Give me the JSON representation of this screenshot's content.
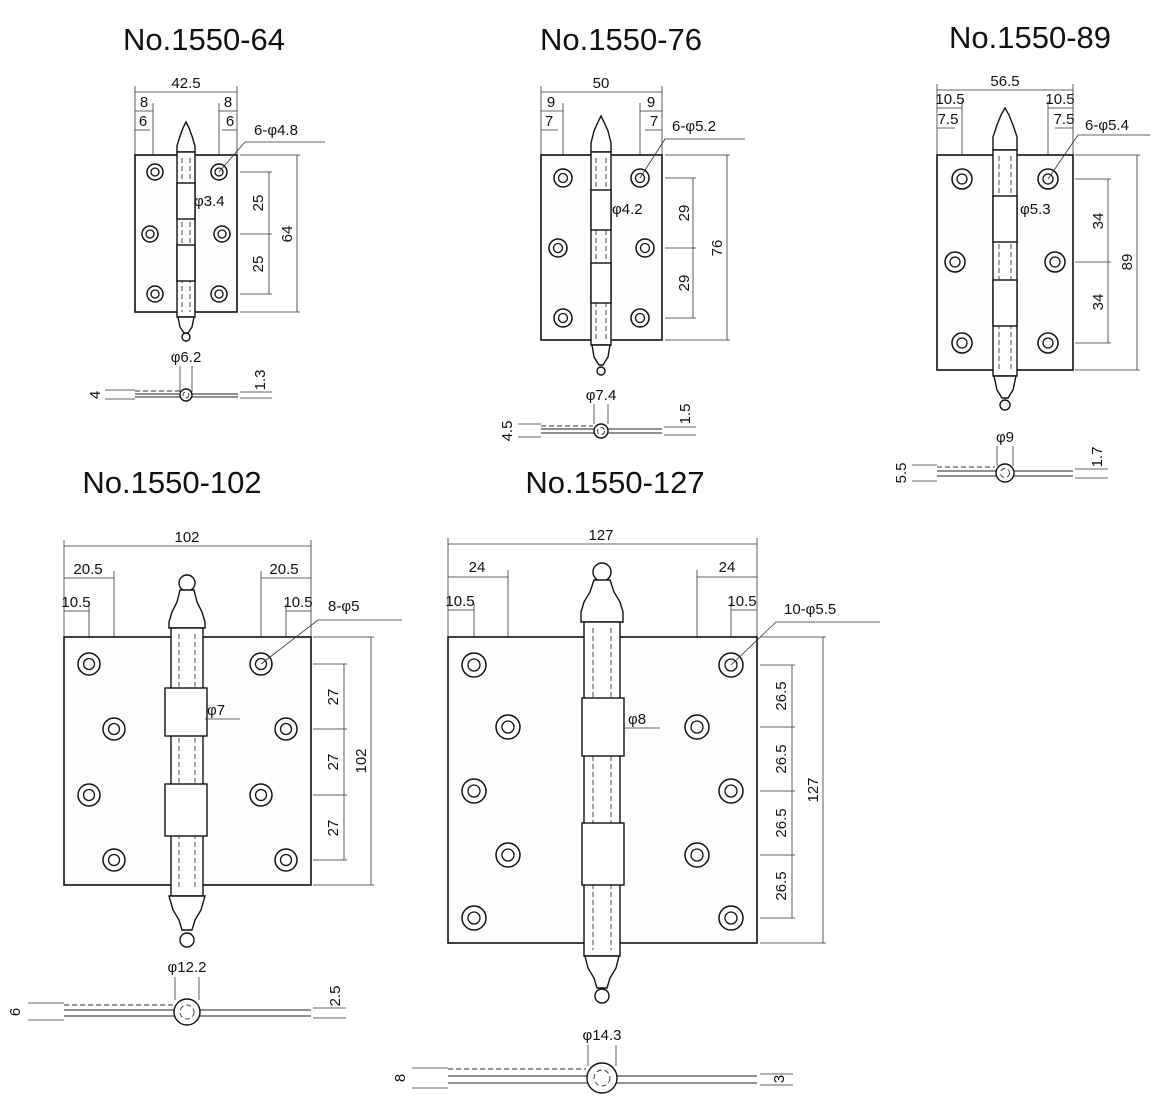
{
  "hinges": [
    {
      "model": "No.1550-64",
      "width_label": "42.5",
      "edge_outer": "8",
      "edge_inner": "6",
      "holes": "6-φ4.8",
      "pin_dia": "φ3.4",
      "pitch_labels": [
        "25",
        "25"
      ],
      "height_label": "64",
      "knuckle_dia": "φ6.2",
      "thickness": "1.3",
      "open_thickness": "4"
    },
    {
      "model": "No.1550-76",
      "width_label": "50",
      "edge_outer": "9",
      "edge_inner": "7",
      "holes": "6-φ5.2",
      "pin_dia": "φ4.2",
      "pitch_labels": [
        "29",
        "29"
      ],
      "height_label": "76",
      "knuckle_dia": "φ7.4",
      "thickness": "1.5",
      "open_thickness": "4.5"
    },
    {
      "model": "No.1550-89",
      "width_label": "56.5",
      "edge_outer": "10.5",
      "edge_inner": "7.5",
      "holes": "6-φ5.4",
      "pin_dia": "φ5.3",
      "pitch_labels": [
        "34",
        "34"
      ],
      "height_label": "89",
      "knuckle_dia": "φ9",
      "thickness": "1.7",
      "open_thickness": "5.5"
    },
    {
      "model": "No.1550-102",
      "width_label": "102",
      "edge_outer": "20.5",
      "edge_inner": "10.5",
      "holes": "8-φ5",
      "pin_dia": "φ7",
      "pitch_labels": [
        "27",
        "27",
        "27"
      ],
      "height_label": "102",
      "knuckle_dia": "φ12.2",
      "thickness": "2.5",
      "open_thickness": "6"
    },
    {
      "model": "No.1550-127",
      "width_label": "127",
      "edge_outer": "24",
      "edge_inner": "10.5",
      "holes": "10-φ5.5",
      "pin_dia": "φ8",
      "pitch_labels": [
        "26.5",
        "26.5",
        "26.5",
        "26.5"
      ],
      "height_label": "127",
      "knuckle_dia": "φ14.3",
      "thickness": "3",
      "open_thickness": "8"
    }
  ]
}
